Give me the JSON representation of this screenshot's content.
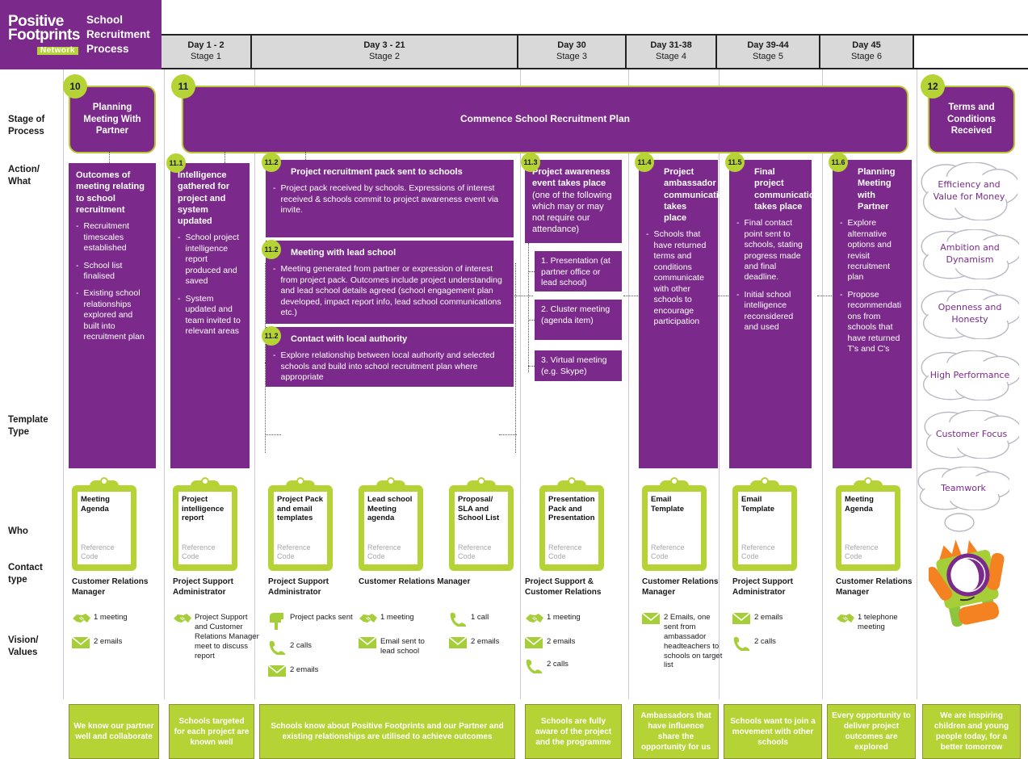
{
  "brand": {
    "logo_line1": "Positive",
    "logo_line2": "Footprints",
    "logo_badge": "Network",
    "title": "School Recruitment Process"
  },
  "timeline": [
    {
      "day": "Day 1 - 2",
      "stage": "Stage 1"
    },
    {
      "day": "Day 3 - 21",
      "stage": "Stage 2"
    },
    {
      "day": "Day 30",
      "stage": "Stage 3"
    },
    {
      "day": "Day 31-38",
      "stage": "Stage 4"
    },
    {
      "day": "Day 39-44",
      "stage": "Stage 5"
    },
    {
      "day": "Day 45",
      "stage": "Stage 6"
    }
  ],
  "row_labels": {
    "stage": "Stage of Process",
    "action": "Action/ What",
    "template": "Template Type",
    "who": "Who",
    "contact": "Contact type",
    "vision": "Vision/ Values"
  },
  "stage_of_process": [
    {
      "badge": "10",
      "text": "Planning Meeting With Partner"
    },
    {
      "badge": "11",
      "text": "Commence School Recruitment Plan"
    },
    {
      "badge": "12",
      "text": "Terms and Conditions Received"
    }
  ],
  "actions": [
    {
      "badge": "",
      "title": "Outcomes of meeting relating to school recruitment",
      "bullets": [
        "Recruitment timescales established",
        "School list finalised",
        "Existing school relationships explored and built into recruitment plan"
      ]
    },
    {
      "badge": "11.1",
      "title": "Intelligence gathered for project and system updated",
      "bullets": [
        "School project intelligence report produced and saved",
        "System updated and team invited to relevant areas"
      ]
    },
    {
      "badge": "11.2",
      "title": "Project recruitment pack sent to schools",
      "bullets": [
        "Project pack received by schools. Expressions of interest received & schools commit to project awareness event via invite."
      ]
    },
    {
      "badge": "11.2",
      "title": "Meeting with lead school",
      "bullets": [
        "Meeting generated from partner or expression of interest from project pack. Outcomes include project understanding and lead school details agreed (school engagement plan developed, impact report info, lead school communications etc.)"
      ]
    },
    {
      "badge": "11.2",
      "title": "Contact with local authority",
      "bullets": [
        "Explore relationship between local authority and selected schools and build into school recruitment plan where appropriate"
      ]
    },
    {
      "badge": "11.3",
      "title": "Project awareness event takes place",
      "title_sub": "(one of the following which may or may not require our attendance)",
      "options": [
        "1. Presentation (at partner office or lead school)",
        "2. Cluster meeting (agenda  item)",
        "3. Virtual meeting (e.g. Skype)"
      ]
    },
    {
      "badge": "11.4",
      "title": "Project ambassador communication takes place",
      "bullets": [
        "Schools that have returned terms and conditions communicate with other schools to encourage participation"
      ]
    },
    {
      "badge": "11.5",
      "title": "Final project communication takes place",
      "bullets": [
        "Final contact point sent to schools, stating progress made and final deadline.",
        "Initial school intelligence reconsidered and used"
      ]
    },
    {
      "badge": "11.6",
      "title": "Planning Meeting with Partner",
      "bullets": [
        "Explore alternative options and revisit recruitment plan",
        "Propose recommendati ons from schools that have returned T's and C's"
      ]
    }
  ],
  "templates": [
    {
      "title": "Meeting Agenda",
      "ref": "Reference Code"
    },
    {
      "title": "Project intelligence report",
      "ref": "Reference Code"
    },
    {
      "title": "Project Pack and email templates",
      "ref": "Reference Code"
    },
    {
      "title": "Lead school Meeting agenda",
      "ref": "Reference Code"
    },
    {
      "title": "Proposal/ SLA and School List",
      "ref": "Reference Code"
    },
    {
      "title": "Presentation Pack and Presentation",
      "ref": "Reference Code"
    },
    {
      "title": "Email Template",
      "ref": "Reference Code"
    },
    {
      "title": "Email Template",
      "ref": "Reference Code"
    },
    {
      "title": "Meeting Agenda",
      "ref": "Reference Code"
    }
  ],
  "who": [
    "Customer Relations Manager",
    "Project Support Administrator",
    "Project Support Administrator",
    "Customer Relations Manager",
    "Project Support & Customer Relations",
    "Customer Relations Manager",
    "Project Support Administrator",
    "Customer Relations Manager"
  ],
  "contacts": [
    {
      "icon": "handshake-icon",
      "text": "1 meeting"
    },
    {
      "icon": "envelope-icon",
      "text": "2 emails"
    },
    {
      "icon": "handshake-icon",
      "text": "Project Support and Customer Relations Manager meet to discuss report"
    },
    {
      "icon": "mailbox-icon",
      "text": "Project packs sent"
    },
    {
      "icon": "phone-icon",
      "text": "2 calls"
    },
    {
      "icon": "envelope-icon",
      "text": "2 emails"
    },
    {
      "icon": "handshake-icon",
      "text": "1 meeting"
    },
    {
      "icon": "envelope-icon",
      "text": "Email sent to lead school"
    },
    {
      "icon": "phone-icon",
      "text": "1 call"
    },
    {
      "icon": "envelope-icon",
      "text": "2 emails"
    },
    {
      "icon": "handshake-icon",
      "text": "1 meeting"
    },
    {
      "icon": "envelope-icon",
      "text": "2 emails"
    },
    {
      "icon": "phone-icon",
      "text": "2 calls"
    },
    {
      "icon": "envelope-icon",
      "text": "2 Emails, one sent from ambassador headteachers to schools on target list"
    },
    {
      "icon": "envelope-icon",
      "text": "2 emails"
    },
    {
      "icon": "phone-icon",
      "text": "2 calls"
    },
    {
      "icon": "handshake-icon",
      "text": "1 telephone meeting"
    }
  ],
  "vision_values": [
    "We know our partner well and collaborate",
    "Schools targeted for each project are known well",
    "Schools know about Positive Footprints and our Partner and existing relationships are utilised to achieve outcomes",
    "Schools are fully aware of the project and the programme",
    "Ambassadors that have influence share the opportunity for us",
    "Schools want to join a movement with other schools",
    "Every opportunity to deliver project outcomes are explored",
    "We are inspiring children and young people today, for a better tomorrow"
  ],
  "value_bubbles": [
    "Efficiency and Value for Money",
    "Ambition and Dynamism",
    "Openness and Honesty",
    "High Performance",
    "Customer Focus",
    "Teamwork"
  ],
  "colors": {
    "purple": "#7B2A8C",
    "green": "#B5D334",
    "header_grey": "#d9d9d9",
    "ref_grey": "#a8a8a8"
  }
}
